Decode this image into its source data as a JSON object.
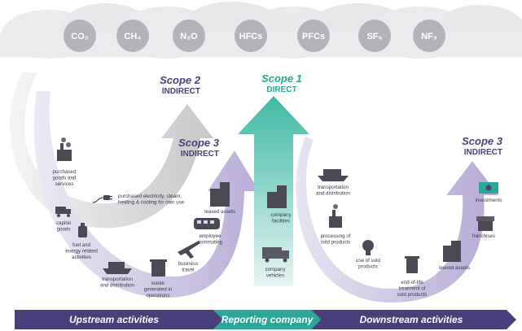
{
  "gases": [
    "CO₂",
    "CH₄",
    "N₂O",
    "HFCs",
    "PFCs",
    "SF₆",
    "NF₃"
  ],
  "scope2": {
    "title": "Scope 2",
    "subtitle": "INDIRECT"
  },
  "scope1": {
    "title": "Scope 1",
    "subtitle": "DIRECT"
  },
  "scope3_upstream": {
    "title": "Scope 3",
    "subtitle": "INDIRECT"
  },
  "scope3_downstream": {
    "title": "Scope 3",
    "subtitle": "INDIRECT"
  },
  "upstream_items": {
    "purchased_goods": [
      "purchased",
      "goods and",
      "services"
    ],
    "capital_goods": [
      "capital",
      "goods"
    ],
    "fuel_energy": [
      "fuel and",
      "energy related",
      "activities"
    ],
    "transport_up": [
      "transportation",
      "and distribution"
    ],
    "waste": [
      "waste",
      "generated in",
      "operations"
    ],
    "business_travel": [
      "business",
      "travel"
    ],
    "employee_commuting": [
      "employee",
      "commuting"
    ],
    "leased_assets_up": [
      "leased assets"
    ]
  },
  "scope2_item": [
    "purchased electricity, steam,",
    "heating & cooling for own use"
  ],
  "direct_items": {
    "company_facilities": [
      "company",
      "facilities"
    ],
    "company_vehicles": [
      "company",
      "vehicles"
    ]
  },
  "downstream_items": {
    "transport_down": [
      "transportation",
      "and distribution"
    ],
    "processing": [
      "processing of",
      "sold products"
    ],
    "use_sold": [
      "use of sold",
      "products"
    ],
    "end_of_life": [
      "end-of-life",
      "treatment of",
      "sold products"
    ],
    "leased_assets_down": [
      "leased assets"
    ],
    "franchises": [
      "franchises"
    ],
    "investments": [
      "investments"
    ]
  },
  "bar": {
    "upstream": "Upstream activities",
    "reporting": "Reporting company",
    "downstream": "Downstream activities"
  },
  "colors": {
    "cloud": "#e6e7eb",
    "gas_circle": "#b3b4ba",
    "gray_arrow": "#cfcfd1",
    "purple_arrow": "#d7d1e8",
    "purple_head": "#c5bde0",
    "teal_arrow": "#55c7b6",
    "teal_head": "#3fb8a5",
    "scope_purple": "#4a3f7a",
    "scope_teal": "#2aa796",
    "bar_purple": "#4a3f7a",
    "bar_teal": "#2aa796",
    "icon": "#4a4a55"
  }
}
